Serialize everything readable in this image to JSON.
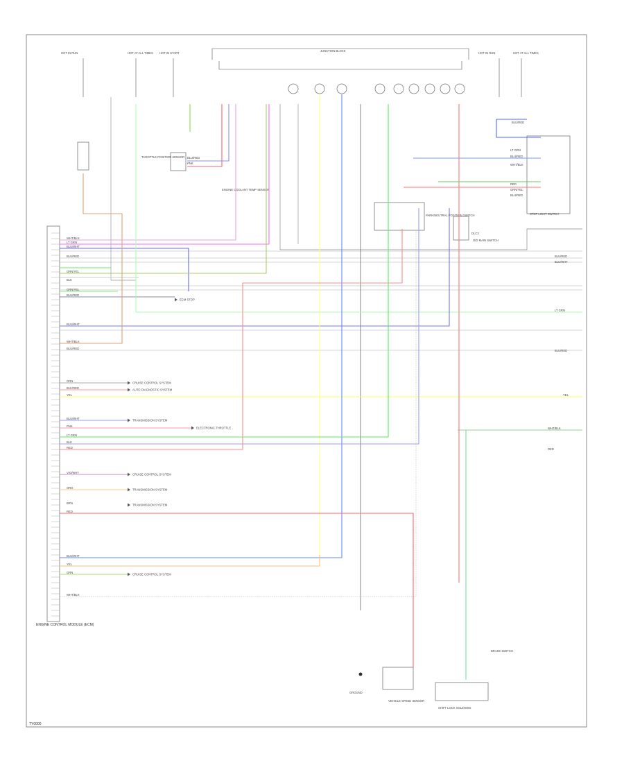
{
  "diagram": {
    "footer_code": "TY0000",
    "ecm_label": "ENGINE CONTROL MODULE (ECM)",
    "top_modules": [
      {
        "id": "hot-at-all-times-1",
        "text": "HOT IN RUN"
      },
      {
        "id": "hot-at-all-times-2",
        "text": "HOT AT ALL TIMES"
      },
      {
        "id": "hot-in-start",
        "text": "HOT IN START"
      },
      {
        "id": "junction-block",
        "text": "JUNCTION BLOCK"
      },
      {
        "id": "hot-run-right-1",
        "text": "HOT IN RUN"
      },
      {
        "id": "hot-run-right-2",
        "text": "HOT AT ALL TIMES"
      }
    ],
    "connector_labels": [
      {
        "id": "throttle-position-sensor",
        "text": "THROTTLE POSITION SENSOR"
      },
      {
        "id": "eng-temp-sensor",
        "text": "ENGINE COOLANT TEMP SENSOR"
      },
      {
        "id": "neutral-start-switch",
        "text": "PARK/NEUTRAL POSITION SWITCH"
      },
      {
        "id": "dlc",
        "text": "DLC3"
      },
      {
        "id": "speed-sensor",
        "text": "VEHICLE SPEED SENSOR"
      },
      {
        "id": "stop-light-switch",
        "text": "STOP LIGHT SWITCH"
      },
      {
        "id": "overdrive-switch",
        "text": "O/D MAIN SWITCH"
      },
      {
        "id": "ecm-ground",
        "text": "GROUND"
      },
      {
        "id": "ebrake-switch",
        "text": "BRAKE SWITCH"
      },
      {
        "id": "shift-solenoid",
        "text": "SHIFT LOCK SOLENOID"
      }
    ],
    "side_callouts": [
      {
        "id": "cruise-control-1",
        "text": "CRUISE CONTROL SYSTEM"
      },
      {
        "id": "auto-diagnostic",
        "text": "AUTO DIAGNOSTIC SYSTEM"
      },
      {
        "id": "transmission-1",
        "text": "TRANSMISSION SYSTEM"
      },
      {
        "id": "electronic-throttle",
        "text": "ELECTRONIC THROTTLE"
      },
      {
        "id": "cruise-control-2",
        "text": "CRUISE CONTROL SYSTEM"
      },
      {
        "id": "transmission-2",
        "text": "TRANSMISSION SYSTEM"
      },
      {
        "id": "transmission-3",
        "text": "TRANSMISSION SYSTEM"
      },
      {
        "id": "cruise-control-3",
        "text": "CRUISE CONTROL SYSTEM"
      },
      {
        "id": "ecm-stop-label",
        "text": "ECM STOP"
      }
    ],
    "wire_codes": {
      "wht-blk": "WHT/BLK",
      "ltgrn": "LT GRN",
      "blk-red": "BLK/RED",
      "grn-yel": "GRN/YEL",
      "blu-wht": "BLU/WHT",
      "blu-red": "BLU/RED",
      "red": "RED",
      "yel": "YEL",
      "pnk": "PNK",
      "org": "ORG",
      "vio-wht": "VIO/WHT",
      "brn": "BRN",
      "grn": "GRN",
      "blk": "BLK"
    }
  }
}
